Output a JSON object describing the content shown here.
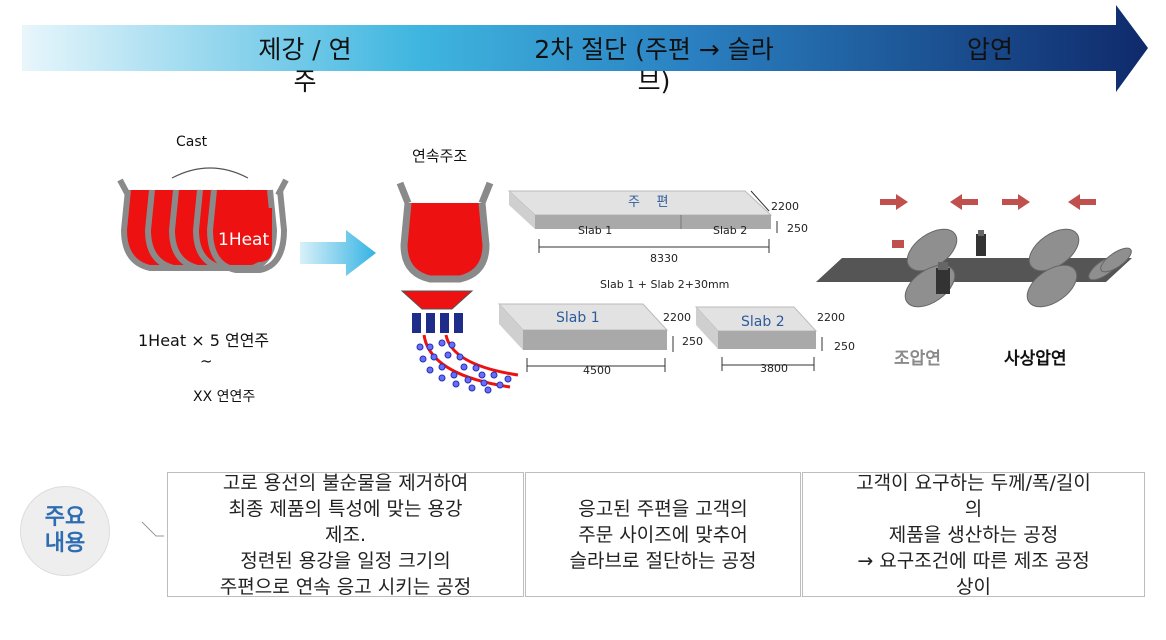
{
  "stages": {
    "s1": "제강 / 연\n주",
    "s2": "2차 절단 (주편 → 슬라\n브)",
    "s3": "압연"
  },
  "left": {
    "cast_label": "Cast",
    "heat_label": "1Heat",
    "formula": "1Heat × 5 연연주",
    "tilde": "~",
    "xx_label": "XX 연연주"
  },
  "casting": {
    "title": "연속주조"
  },
  "cutting": {
    "bloom_label": "주    편",
    "slab1": "Slab 1",
    "slab2": "Slab 2",
    "dim_width": "2200",
    "dim_thick": "250",
    "dim_length": "8330",
    "formula": "Slab 1 + Slab 2+30mm",
    "slab1_big": "Slab 1",
    "slab2_big": "Slab 2",
    "slab1_width": "2200",
    "slab1_thick": "250",
    "slab1_length": "4500",
    "slab2_width": "2200",
    "slab2_thick": "250",
    "slab2_length": "3800"
  },
  "rolling": {
    "rough": "조압연",
    "finish": "사상압연"
  },
  "summary": {
    "badge_line1": "주요",
    "badge_line2": "내용",
    "box1": "고로 용선의 불순물을 제거하여\n최종 제품의 특성에 맞는 용강\n제조.\n정련된 용강을 일정 크기의\n주편으로 연속 응고 시키는 공정",
    "box2": "응고된 주편을 고객의\n주문 사이즈에 맞추어\n슬라브로 절단하는 공정",
    "box3": "고객이 요구하는 두께/폭/길이\n의\n제품을 생산하는 공정\n→ 요구조건에 따른 제조 공정\n상이"
  },
  "colors": {
    "arrow_start": "#e8f6fb",
    "arrow_mid": "#3fb6e0",
    "arrow_end": "#0f2a6b",
    "ladle_red": "#ee1111",
    "ladle_gray": "#8a8a8a",
    "small_arrow": "#35b3e3",
    "slab_top": "#dcdcdc",
    "roll_arrow": "#c0504d",
    "slab_text": "#2e5c9a"
  }
}
